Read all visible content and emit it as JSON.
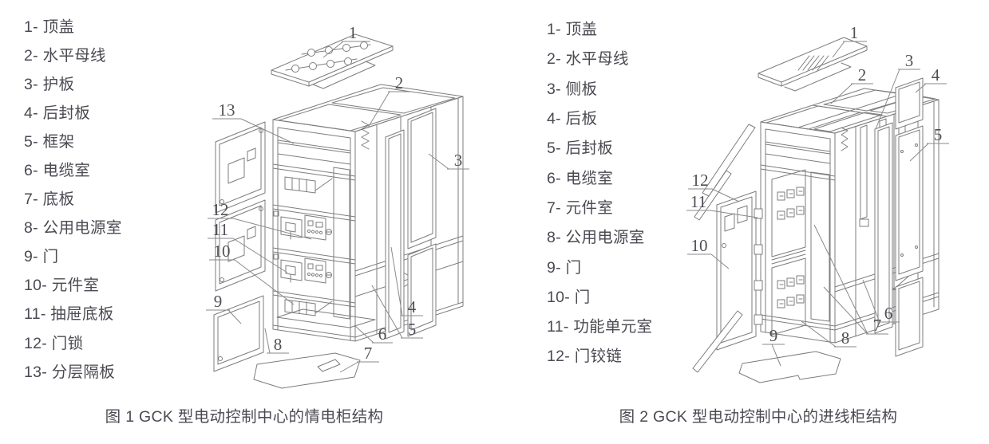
{
  "colors": {
    "text": "#4a4a52",
    "drawing_line": "#7d7d7d",
    "callout_number": "#4f4f57",
    "background": "#ffffff"
  },
  "figure1": {
    "legend": [
      "1- 顶盖",
      "2- 水平母线",
      "3- 护板",
      "4- 后封板",
      "5- 框架",
      "6- 电缆室",
      "7- 底板",
      "8- 公用电源室",
      "9- 门",
      "10- 元件室",
      "11- 抽屉底板",
      "12- 门锁",
      "13- 分层隔板"
    ],
    "callouts": [
      "1",
      "2",
      "3",
      "4",
      "5",
      "6",
      "7",
      "8",
      "9",
      "10",
      "11",
      "12",
      "13"
    ],
    "caption": "图 1 GCK 型电动控制中心的情电柜结构"
  },
  "figure2": {
    "legend": [
      "1- 顶盖",
      "2- 水平母线",
      "3- 侧板",
      "4- 后板",
      "5- 后封板",
      "6- 电缆室",
      "7- 元件室",
      "8- 公用电源室",
      "9- 门",
      "10- 门",
      "11- 功能单元室",
      "12- 门铰链"
    ],
    "callouts": [
      "1",
      "2",
      "3",
      "4",
      "5",
      "6",
      "7",
      "8",
      "9",
      "10",
      "11",
      "12"
    ],
    "caption": "图 2 GCK 型电动控制中心的进线柜结构"
  }
}
